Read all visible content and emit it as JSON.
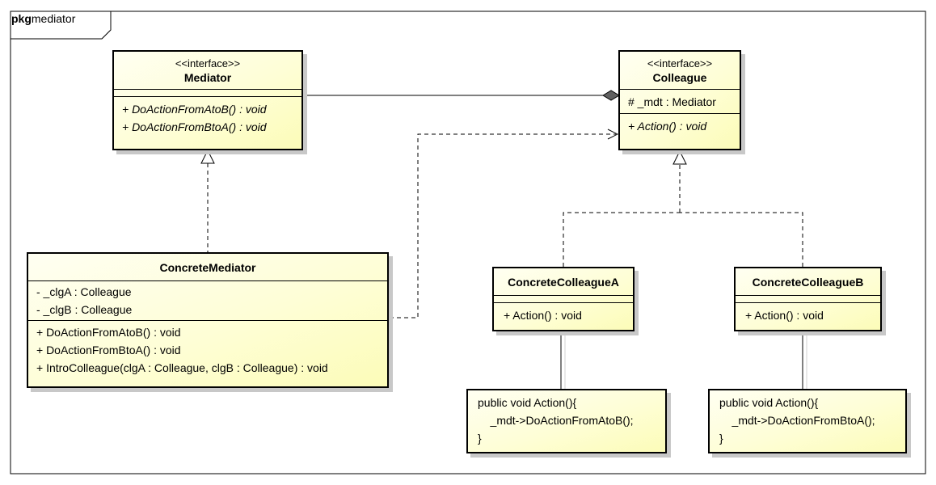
{
  "package": {
    "keyword": "pkg",
    "name": "mediator"
  },
  "classes": {
    "mediator": {
      "stereotype": "<<interface>>",
      "name": "Mediator",
      "operations": [
        "+ DoActionFromAtoB() : void",
        "+ DoActionFromBtoA() : void"
      ]
    },
    "colleague": {
      "stereotype": "<<interface>>",
      "name": "Colleague",
      "attributes": [
        "# _mdt : Mediator"
      ],
      "operations": [
        "+ Action() : void"
      ]
    },
    "concrete_mediator": {
      "name": "ConcreteMediator",
      "attributes": [
        "- _clgA : Colleague",
        "- _clgB : Colleague"
      ],
      "operations": [
        "+ DoActionFromAtoB() : void",
        "+ DoActionFromBtoA() : void",
        "+ IntroColleague(clgA : Colleague, clgB : Colleague) : void"
      ]
    },
    "concrete_colleague_a": {
      "name": "ConcreteColleagueA",
      "operations": [
        "+ Action() : void"
      ]
    },
    "concrete_colleague_b": {
      "name": "ConcreteColleagueB",
      "operations": [
        "+ Action() : void"
      ]
    }
  },
  "notes": {
    "note_a": [
      "public void Action(){",
      "    _mdt->DoActionFromAtoB();",
      "}"
    ],
    "note_b": [
      "public void Action(){",
      "    _mdt->DoActionFromBtoA();",
      "}"
    ]
  }
}
